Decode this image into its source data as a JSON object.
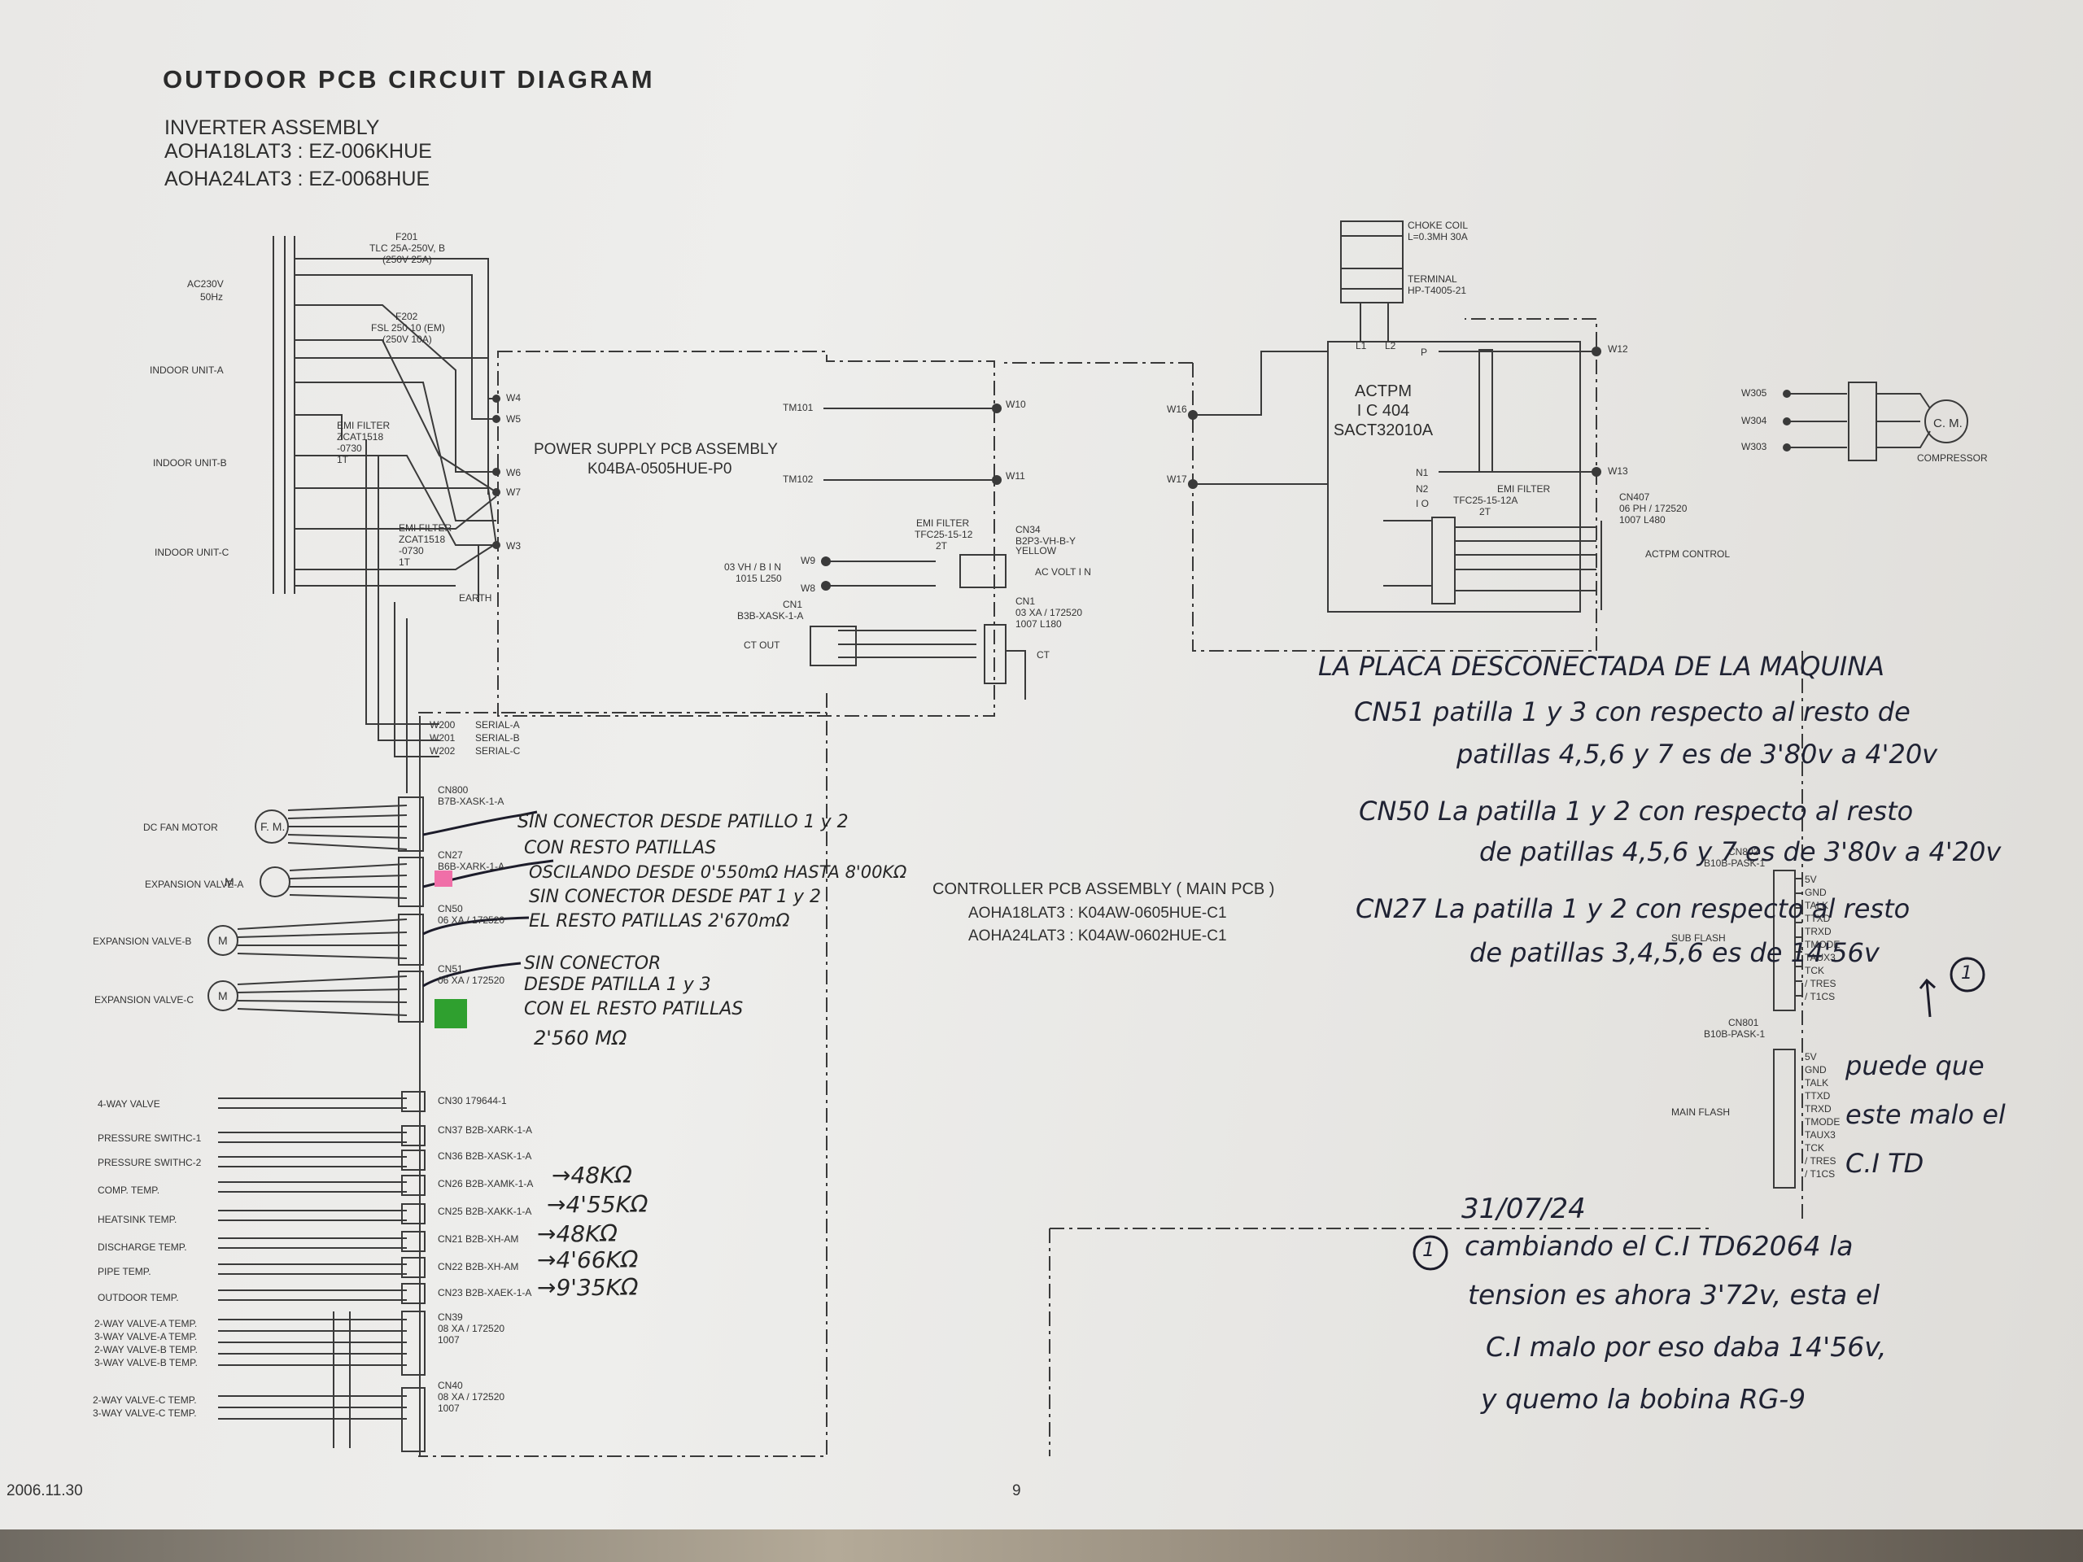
{
  "header": {
    "title": "OUTDOOR PCB CIRCUIT DIAGRAM",
    "subtitle": "INVERTER ASSEMBLY",
    "models": [
      "AOHA18LAT3 : EZ-006KHUE",
      "AOHA24LAT3 : EZ-0068HUE"
    ]
  },
  "left_inputs": {
    "ac_power": [
      "AC230V",
      "50Hz"
    ],
    "indoor_a": "INDOOR UNIT-A",
    "indoor_b": "INDOOR UNIT-B",
    "indoor_c": "INDOOR UNIT-C",
    "fuse1": [
      "F201",
      "TLC 25A-250V, B",
      "(250V 25A)"
    ],
    "fuse2": [
      "F202",
      "FSL 250 10 (EM)",
      "(250V 10A)"
    ],
    "emi1": [
      "EMI FILTER",
      "ZCAT1518",
      "-0730",
      "1T"
    ],
    "emi2": [
      "EMI FILTER",
      "ZCAT1518",
      "-0730",
      "1T"
    ],
    "earth": "EARTH"
  },
  "power_supply": {
    "title": "POWER SUPPLY PCB ASSEMBLY",
    "part": "K04BA-0505HUE-P0",
    "terms": [
      "W4",
      "W5",
      "W6",
      "W7",
      "W3",
      "TM101",
      "TM102",
      "W10",
      "W11",
      "W9",
      "W8"
    ],
    "emi": [
      "EMI FILTER",
      "TFC25-15-12",
      "2T"
    ],
    "cn34": [
      "CN34",
      "B2P3-VH-B-Y",
      "YELLOW"
    ],
    "ac_volt_in": "AC VOLT I N",
    "cn1": [
      "CN1",
      "03 XA / 172520",
      "1007 L180"
    ],
    "cn1b": [
      "CN1",
      "B3B-XASK-1-A"
    ],
    "vh": [
      "03 VH / B I N",
      "1015 L250"
    ],
    "ct_out": "CT OUT",
    "ct": "CT"
  },
  "actpm": {
    "chip": [
      "ACTPM",
      "I C 404",
      "SACT32010A"
    ],
    "choke": [
      "CHOKE COIL",
      "L=0.3MH 30A"
    ],
    "terminal": [
      "TERMINAL",
      "HP-T4005-21"
    ],
    "emi": [
      "EMI FILTER",
      "TFC25-15-12A",
      "2T"
    ],
    "cn407": [
      "CN407",
      "06 PH / 172520",
      "1007 L480"
    ],
    "control": "ACTPM CONTROL",
    "terms": [
      "W16",
      "W17",
      "W12",
      "W13",
      "L1",
      "L2",
      "P",
      "N1",
      "N2",
      "I O"
    ]
  },
  "compressor": {
    "label": "COMPRESSOR",
    "motor": "C. M.",
    "terms": [
      "W305",
      "W304",
      "W303"
    ]
  },
  "serial": [
    "W200",
    "SERIAL-A",
    "W201",
    "SERIAL-B",
    "W202",
    "SERIAL-C"
  ],
  "controller": {
    "title": "CONTROLLER PCB ASSEMBLY ( MAIN PCB )",
    "models": [
      "AOHA18LAT3 : K04AW-0605HUE-C1",
      "AOHA24LAT3 : K04AW-0602HUE-C1"
    ]
  },
  "loads": [
    {
      "label": "DC FAN MOTOR",
      "cn": "CN800",
      "cn_part": "B7B-XASK-1-A"
    },
    {
      "label": "EXPANSION VALVE-A",
      "cn": "CN27",
      "cn_part": "B6B-XARK-1-A"
    },
    {
      "label": "EXPANSION VALVE-B",
      "cn": "CN50",
      "cn_part": "06 XA / 172520"
    },
    {
      "label": "EXPANSION VALVE-C",
      "cn": "CN51",
      "cn_part": "06 XA / 172520"
    }
  ],
  "sensors": [
    {
      "label": "4-WAY VALVE",
      "cn": "CN30 179644-1"
    },
    {
      "label": "PRESSURE SWITHC-1",
      "cn": "CN37 B2B-XARK-1-A"
    },
    {
      "label": "PRESSURE SWITHC-2",
      "cn": "CN36 B2B-XASK-1-A"
    },
    {
      "label": "COMP. TEMP.",
      "cn": "CN26 B2B-XAMK-1-A",
      "note": "→48KΩ"
    },
    {
      "label": "HEATSINK TEMP.",
      "cn": "CN25 B2B-XAKK-1-A",
      "note": "→4'55KΩ"
    },
    {
      "label": "DISCHARGE TEMP.",
      "cn": "CN21 B2B-XH-AM",
      "note": "→48KΩ"
    },
    {
      "label": "PIPE TEMP.",
      "cn": "CN22 B2B-XH-AM",
      "note": "→4'66KΩ"
    },
    {
      "label": "OUTDOOR TEMP.",
      "cn": "CN23 B2B-XAEK-1-A",
      "note": "→9'35KΩ"
    }
  ],
  "two_way": {
    "group1": [
      "2-WAY VALVE-A TEMP.",
      "3-WAY VALVE-A TEMP.",
      "2-WAY VALVE-B TEMP.",
      "3-WAY VALVE-B TEMP."
    ],
    "cn39": [
      "CN39",
      "08 XA / 172520",
      "1007"
    ],
    "group2": [
      "2-WAY VALVE-C TEMP.",
      "3-WAY VALVE-C TEMP."
    ],
    "cn40": [
      "CN40",
      "08 XA / 172520",
      "1007"
    ]
  },
  "flash": {
    "sub": "SUB FLASH",
    "main": "MAIN FLASH",
    "cn802": [
      "CN802",
      "B10B-PASK-1"
    ],
    "cn801": [
      "CN801",
      "B10B-PASK-1"
    ],
    "pins_sub": [
      "5V",
      "GND",
      "TALK",
      "TTXD",
      "TRXD",
      "TMODE",
      "TAUX3",
      "TCK",
      "/ TRES",
      "/ T1CS"
    ],
    "pins_main": [
      "5V",
      "GND",
      "TALK",
      "TTXD",
      "TRXD",
      "TMODE",
      "TAUX3",
      "TCK",
      "/ TRES",
      "/ T1CS"
    ]
  },
  "annotations_left": [
    "SIN CONECTOR DESDE PATILLO 1 y 2",
    "CON RESTO PATILLAS",
    "OSCILANDO DESDE 0'550mΩ HASTA 8'00KΩ",
    "SIN CONECTOR DESDE PAT 1 y 2",
    "EL RESTO PATILLAS 2'670mΩ",
    "SIN CONECTOR",
    "DESDE PATILLA 1 y 3",
    "CON EL RESTO PATILLAS",
    "2'560 MΩ"
  ],
  "annotations_right": [
    "LA PLACA DESCONECTADA DE LA MAQUINA",
    "CN51  patilla 1 y 3 con respecto al resto de",
    "patillas 4,5,6 y 7 es de 3'80v a 4'20v",
    "CN50  La patilla 1 y 2 con respecto al resto",
    "de patillas 4,5,6 y 7 es de 3'80v a 4'20v",
    "CN27  La patilla 1 y 2 con respecto al resto",
    "de patillas 3,4,5,6 es de 14'56v",
    "puede que este malo el C.I TD",
    "31/07/24",
    "cambiando el C.I TD62064 la",
    "tension es ahora 3'72v, esta el",
    "C.I malo por eso daba 14'56v,",
    "y quemo la bobina RG-9"
  ],
  "footer": {
    "date": "2006.11.30",
    "page": "9"
  }
}
